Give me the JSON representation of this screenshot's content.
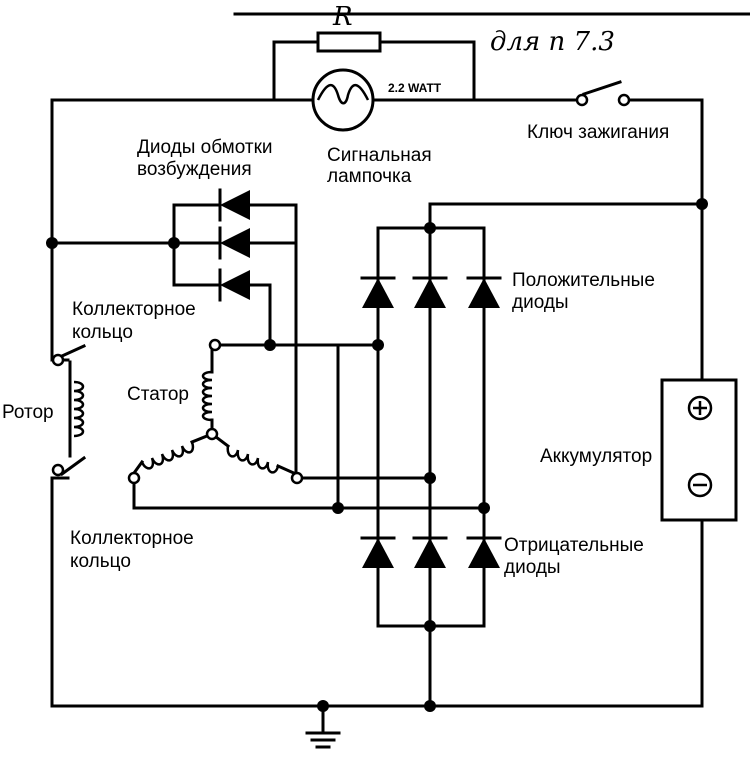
{
  "header": {
    "resistor_label": "R",
    "handwritten_note": "для п 7.3"
  },
  "lamp": {
    "wattage": "2.2 WATT",
    "label_line1": "Сигнальная",
    "label_line2": "лампочка"
  },
  "ignition": {
    "label": "Ключ зажигания"
  },
  "excitation_diodes": {
    "label_line1": "Диоды обмотки",
    "label_line2": "возбуждения"
  },
  "positive_diodes": {
    "label_line1": "Положительные",
    "label_line2": "диоды"
  },
  "negative_diodes": {
    "label_line1": "Отрицательные",
    "label_line2": "диоды"
  },
  "slip_ring_top": {
    "label_line1": "Коллекторное",
    "label_line2": "кольцо"
  },
  "slip_ring_bottom": {
    "label_line1": "Коллекторное",
    "label_line2": "кольцо"
  },
  "rotor": {
    "label": "Ротор"
  },
  "stator": {
    "label": "Статор"
  },
  "battery": {
    "label": "Аккумулятор",
    "plus_icon": "plus-circle-icon",
    "minus_icon": "minus-circle-icon"
  }
}
